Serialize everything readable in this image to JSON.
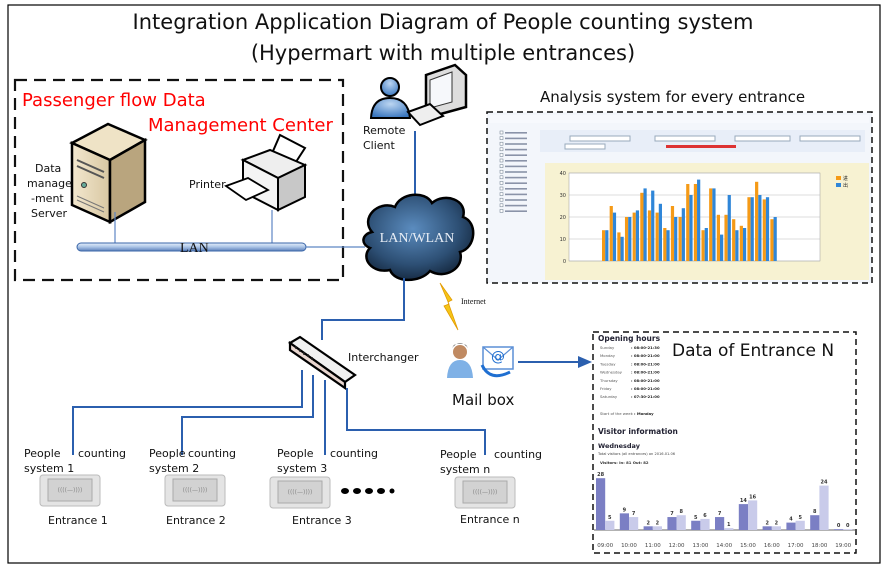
{
  "title": {
    "line1": "Integration Application Diagram of People counting system",
    "line2": "(Hypermart with multiple entrances)"
  },
  "management_center": {
    "title_line1": "Passenger flow Data",
    "title_line2": "Management Center",
    "server_label": [
      "Data",
      "manage",
      "-ment",
      "Server"
    ],
    "printer_label": "Printer",
    "lan_label": "LAN"
  },
  "network": {
    "cloud_label": "LAN/WLAN",
    "remote_client_label": [
      "Remote",
      "Client"
    ],
    "internet_label": "Internet",
    "interchanger_label": "Interchanger",
    "mailbox_label": "Mail box"
  },
  "analysis_system": {
    "title": "Analysis system for every entrance",
    "chart_data": {
      "type": "bar",
      "ylim": [
        0,
        40
      ],
      "yticks": [
        "0",
        "10",
        "20",
        "30",
        "40"
      ],
      "legend": [
        "进",
        "出"
      ],
      "colors": [
        "#f59a17",
        "#2f86d8"
      ],
      "series": [
        {
          "name": "进",
          "values": [
            14,
            25,
            13,
            20,
            22,
            31,
            23,
            22,
            15,
            25,
            20,
            35,
            35,
            14,
            33,
            21,
            21,
            19,
            16,
            29,
            36,
            28,
            19
          ]
        },
        {
          "name": "出",
          "values": [
            14,
            22,
            11,
            20,
            23,
            33,
            32,
            26,
            14,
            20,
            24,
            30,
            37,
            15,
            33,
            12,
            30,
            14,
            15,
            29,
            30,
            29,
            20
          ]
        }
      ]
    }
  },
  "entrance_n": {
    "title": "Data of Entrance N",
    "opening_hours_title": "Opening hours",
    "opening_hours": [
      {
        "day": "Sunday",
        "hours": ": 08:00-21:30"
      },
      {
        "day": "Monday",
        "hours": ": 08:00-21:00"
      },
      {
        "day": "Tuesday",
        "hours": ": 08:00-21:00"
      },
      {
        "day": "Wednesday",
        "hours": ": 08:00-21:00"
      },
      {
        "day": "Thursday",
        "hours": ": 08:00-21:00"
      },
      {
        "day": "Friday",
        "hours": ": 08:00-21:00"
      },
      {
        "day": "Saturday",
        "hours": ": 07:30-21:00"
      }
    ],
    "start_of_week_label": "Start of the week",
    "start_of_week_value": ": Monday",
    "visitor_info_title": "Visitor information",
    "day_title": "Wednesday",
    "total_line": "Total visitors (all entrances) on 2016.01.06",
    "visitors_line": "Visitors: In: 81 Out: 82",
    "chart_data": {
      "type": "bar",
      "categories": [
        "09:00",
        "10:00",
        "11:00",
        "12:00",
        "13:00",
        "14:00",
        "15:00",
        "16:00",
        "17:00",
        "18:00",
        "19:00"
      ],
      "colors": [
        "#7b7fc4",
        "#c9cbea"
      ],
      "series": [
        {
          "values": [
            28,
            9,
            2,
            7,
            5,
            7,
            14,
            2,
            4,
            8,
            0
          ]
        },
        {
          "values": [
            5,
            7,
            2,
            8,
            6,
            1,
            16,
            2,
            5,
            24,
            0
          ]
        }
      ]
    }
  },
  "entrances": [
    {
      "system_label_a": "People",
      "system_label_b": "counting",
      "system_label_c": "system 1",
      "name": "Entrance 1"
    },
    {
      "system_label_a": "People",
      "system_label_b": "counting",
      "system_label_c": "system 2",
      "name": "Entrance 2"
    },
    {
      "system_label_a": "People",
      "system_label_b": "counting",
      "system_label_c": "system 3",
      "name": "Entrance 3"
    },
    {
      "system_label_a": "People",
      "system_label_b": "counting",
      "system_label_c": "system n",
      "name": "Entrance n"
    }
  ],
  "colors": {
    "accent_red": "#ff0000",
    "link_blue": "#2b5fae"
  }
}
